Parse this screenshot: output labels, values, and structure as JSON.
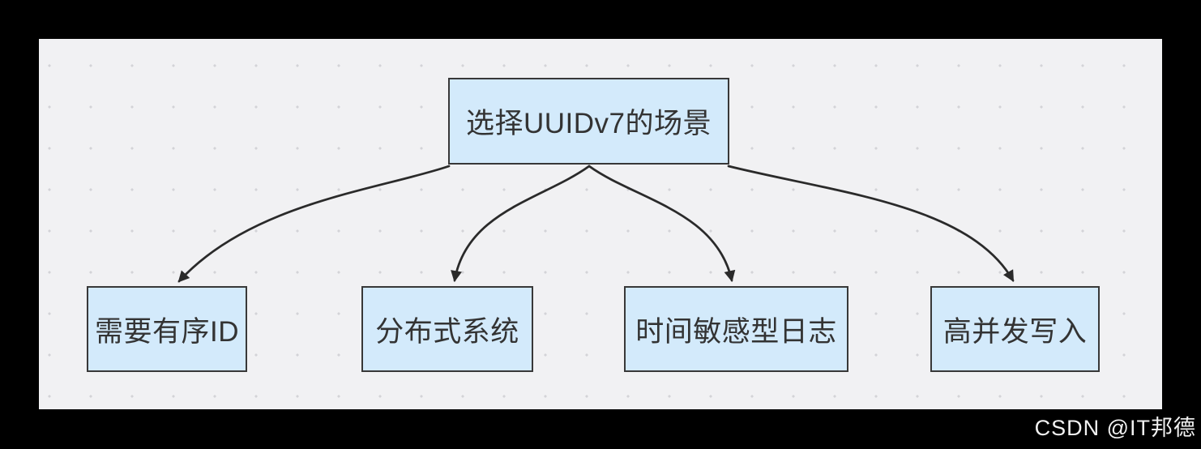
{
  "diagram": {
    "root": {
      "label": "选择UUIDv7的场景"
    },
    "children": [
      {
        "label": "需要有序ID"
      },
      {
        "label": "分布式系统"
      },
      {
        "label": "时间敏感型日志"
      },
      {
        "label": "高并发写入"
      }
    ],
    "edges": [
      {
        "from": "选择UUIDv7的场景",
        "to": "需要有序ID"
      },
      {
        "from": "选择UUIDv7的场景",
        "to": "分布式系统"
      },
      {
        "from": "选择UUIDv7的场景",
        "to": "时间敏感型日志"
      },
      {
        "from": "选择UUIDv7的场景",
        "to": "高并发写入"
      }
    ]
  },
  "watermark": {
    "text": "CSDN @IT邦德"
  },
  "colors": {
    "frame": "#000000",
    "canvas_bg": "#f1f1f3",
    "grid_dot": "#d3d3d7",
    "node_fill": "#d3eafb",
    "node_border": "#383838",
    "node_text": "#333333",
    "arrow": "#2a2a2a",
    "watermark_text": "#f2f2f2"
  }
}
